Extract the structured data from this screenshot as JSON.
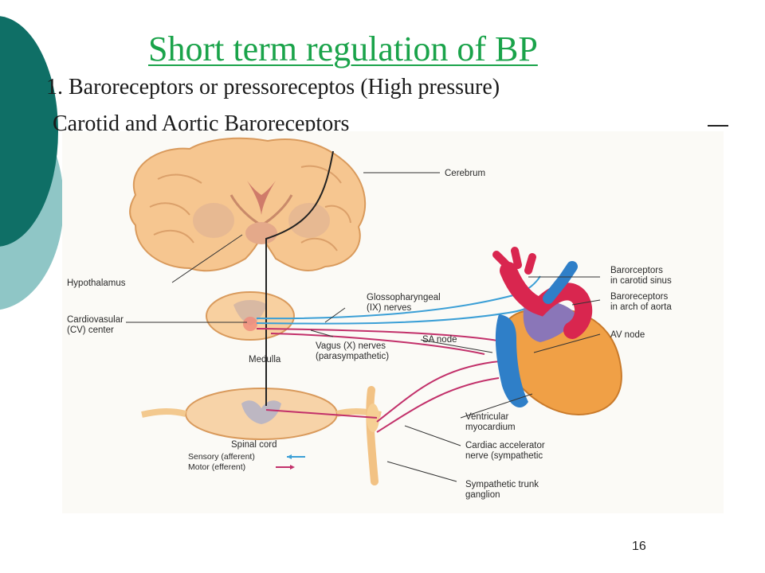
{
  "slide": {
    "title": "Short term regulation of BP",
    "subtitle_line1": "1. Baroreceptors  or pressoreceptos (High pressure)",
    "subtitle_line2": "Carotid and Aortic Baroreceptors",
    "page_number": "16"
  },
  "figure": {
    "labels": {
      "cerebrum": "Cerebrum",
      "hypothalamus": "Hypothalamus",
      "cv_center_1": "Cardiovasular",
      "cv_center_2": "(CV) center",
      "medulla": "Medulla",
      "glosso_1": "Glossopharyngeal",
      "glosso_2": "(IX) nerves",
      "vagus_1": "Vagus (X) nerves",
      "vagus_2": "(parasympathetic)",
      "sa_node": "SA node",
      "carotid_1": "Barorceptors",
      "carotid_2": "in carotid sinus",
      "aortic_1": "Baroreceptors",
      "aortic_2": "in arch of aorta",
      "av_node": "AV node",
      "ventricular_1": "Ventricular",
      "ventricular_2": "myocardium",
      "accel_1": "Cardiac accelerator",
      "accel_2": "nerve (sympathetic",
      "trunk_1": "Sympathetic trunk",
      "trunk_2": "ganglion",
      "spinal_cord": "Spinal cord",
      "sensory": "Sensory (afferent)",
      "motor": "Motor (efferent)"
    },
    "colors": {
      "sensory": "#3b9fd6",
      "motor": "#c2306a",
      "brain": "#f6c690",
      "aorta": "#d9264f",
      "vein": "#2f7fc8",
      "heart": "#f0a046"
    }
  },
  "theme": {
    "accent_dark": "#0f6f66",
    "accent_light": "#8fc6c6",
    "title_color": "#1aa34a"
  }
}
